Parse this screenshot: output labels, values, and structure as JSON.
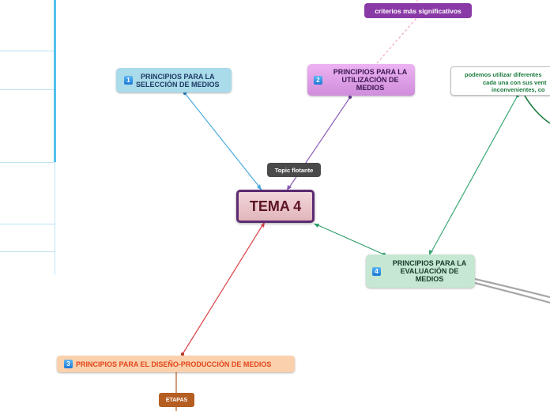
{
  "central_topic": {
    "label": "TEMA 4"
  },
  "floating_topic": {
    "label": "Topic flotante"
  },
  "topics": {
    "principios_seleccion": {
      "number": "1",
      "label": "PRINCIPIOS PARA LA SELECCIÓN DE MEDIOS",
      "lines": [
        "PRINCIPIOS PARA LA",
        "SELECCIÓN DE MEDIOS"
      ]
    },
    "principios_utilizacion": {
      "number": "2",
      "label": "PRINCIPIOS PARA LA UTILIZACIÓN DE MEDIOS",
      "lines": [
        "PRINCIPIOS PARA LA",
        "UTILIZACIÓN DE",
        "MEDIOS"
      ]
    },
    "principios_diseno": {
      "number": "3",
      "label": "PRINCIPIOS PARA EL DISEÑO-PRODUCCIÓN DE MEDIOS"
    },
    "principios_evaluacion": {
      "number": "4",
      "label": "PRINCIPIOS PARA LA EVALUACIÓN DE MEDIOS",
      "lines": [
        "PRINCIPIOS PARA LA",
        "EVALUACIÓN DE",
        "MEDIOS"
      ]
    }
  },
  "subtopics": {
    "criterios": "criterios más significativos",
    "etapas": "ETAPAS",
    "podemos_utilizar": [
      "podemos utilizar diferentes",
      "cada una con sus vent",
      "inconvenientes, co"
    ]
  },
  "colors": {
    "seleccion_link": "#4aa9dd",
    "utilizacion_link": "#8a5bb5",
    "diseno_link": "#d9454a",
    "evaluacion_link": "#2e9e6a",
    "criterios_link": "#f2a4c4",
    "center_border": "#5c2a73"
  }
}
